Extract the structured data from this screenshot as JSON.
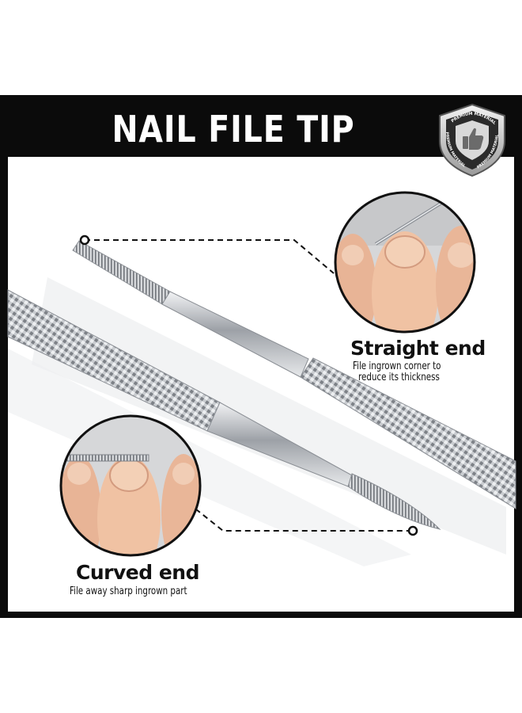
{
  "title": "NAIL FILE TIP",
  "badge": {
    "text_top": "PREMIUM MATERIAL",
    "text_left": "PREMIUM MATERIAL",
    "text_right": "PREMIUM MATERIAL",
    "icon": "thumbs-up-icon"
  },
  "straight_end": {
    "title": "Straight end",
    "line1": "File ingrown corner to",
    "line2": "reduce its thickness"
  },
  "curved_end": {
    "title": "Curved end",
    "description": "File away sharp ingrown part"
  },
  "colors": {
    "frame": "#0b0b0b",
    "metal": "#b9bdc3",
    "skin": "#e9b79a"
  }
}
